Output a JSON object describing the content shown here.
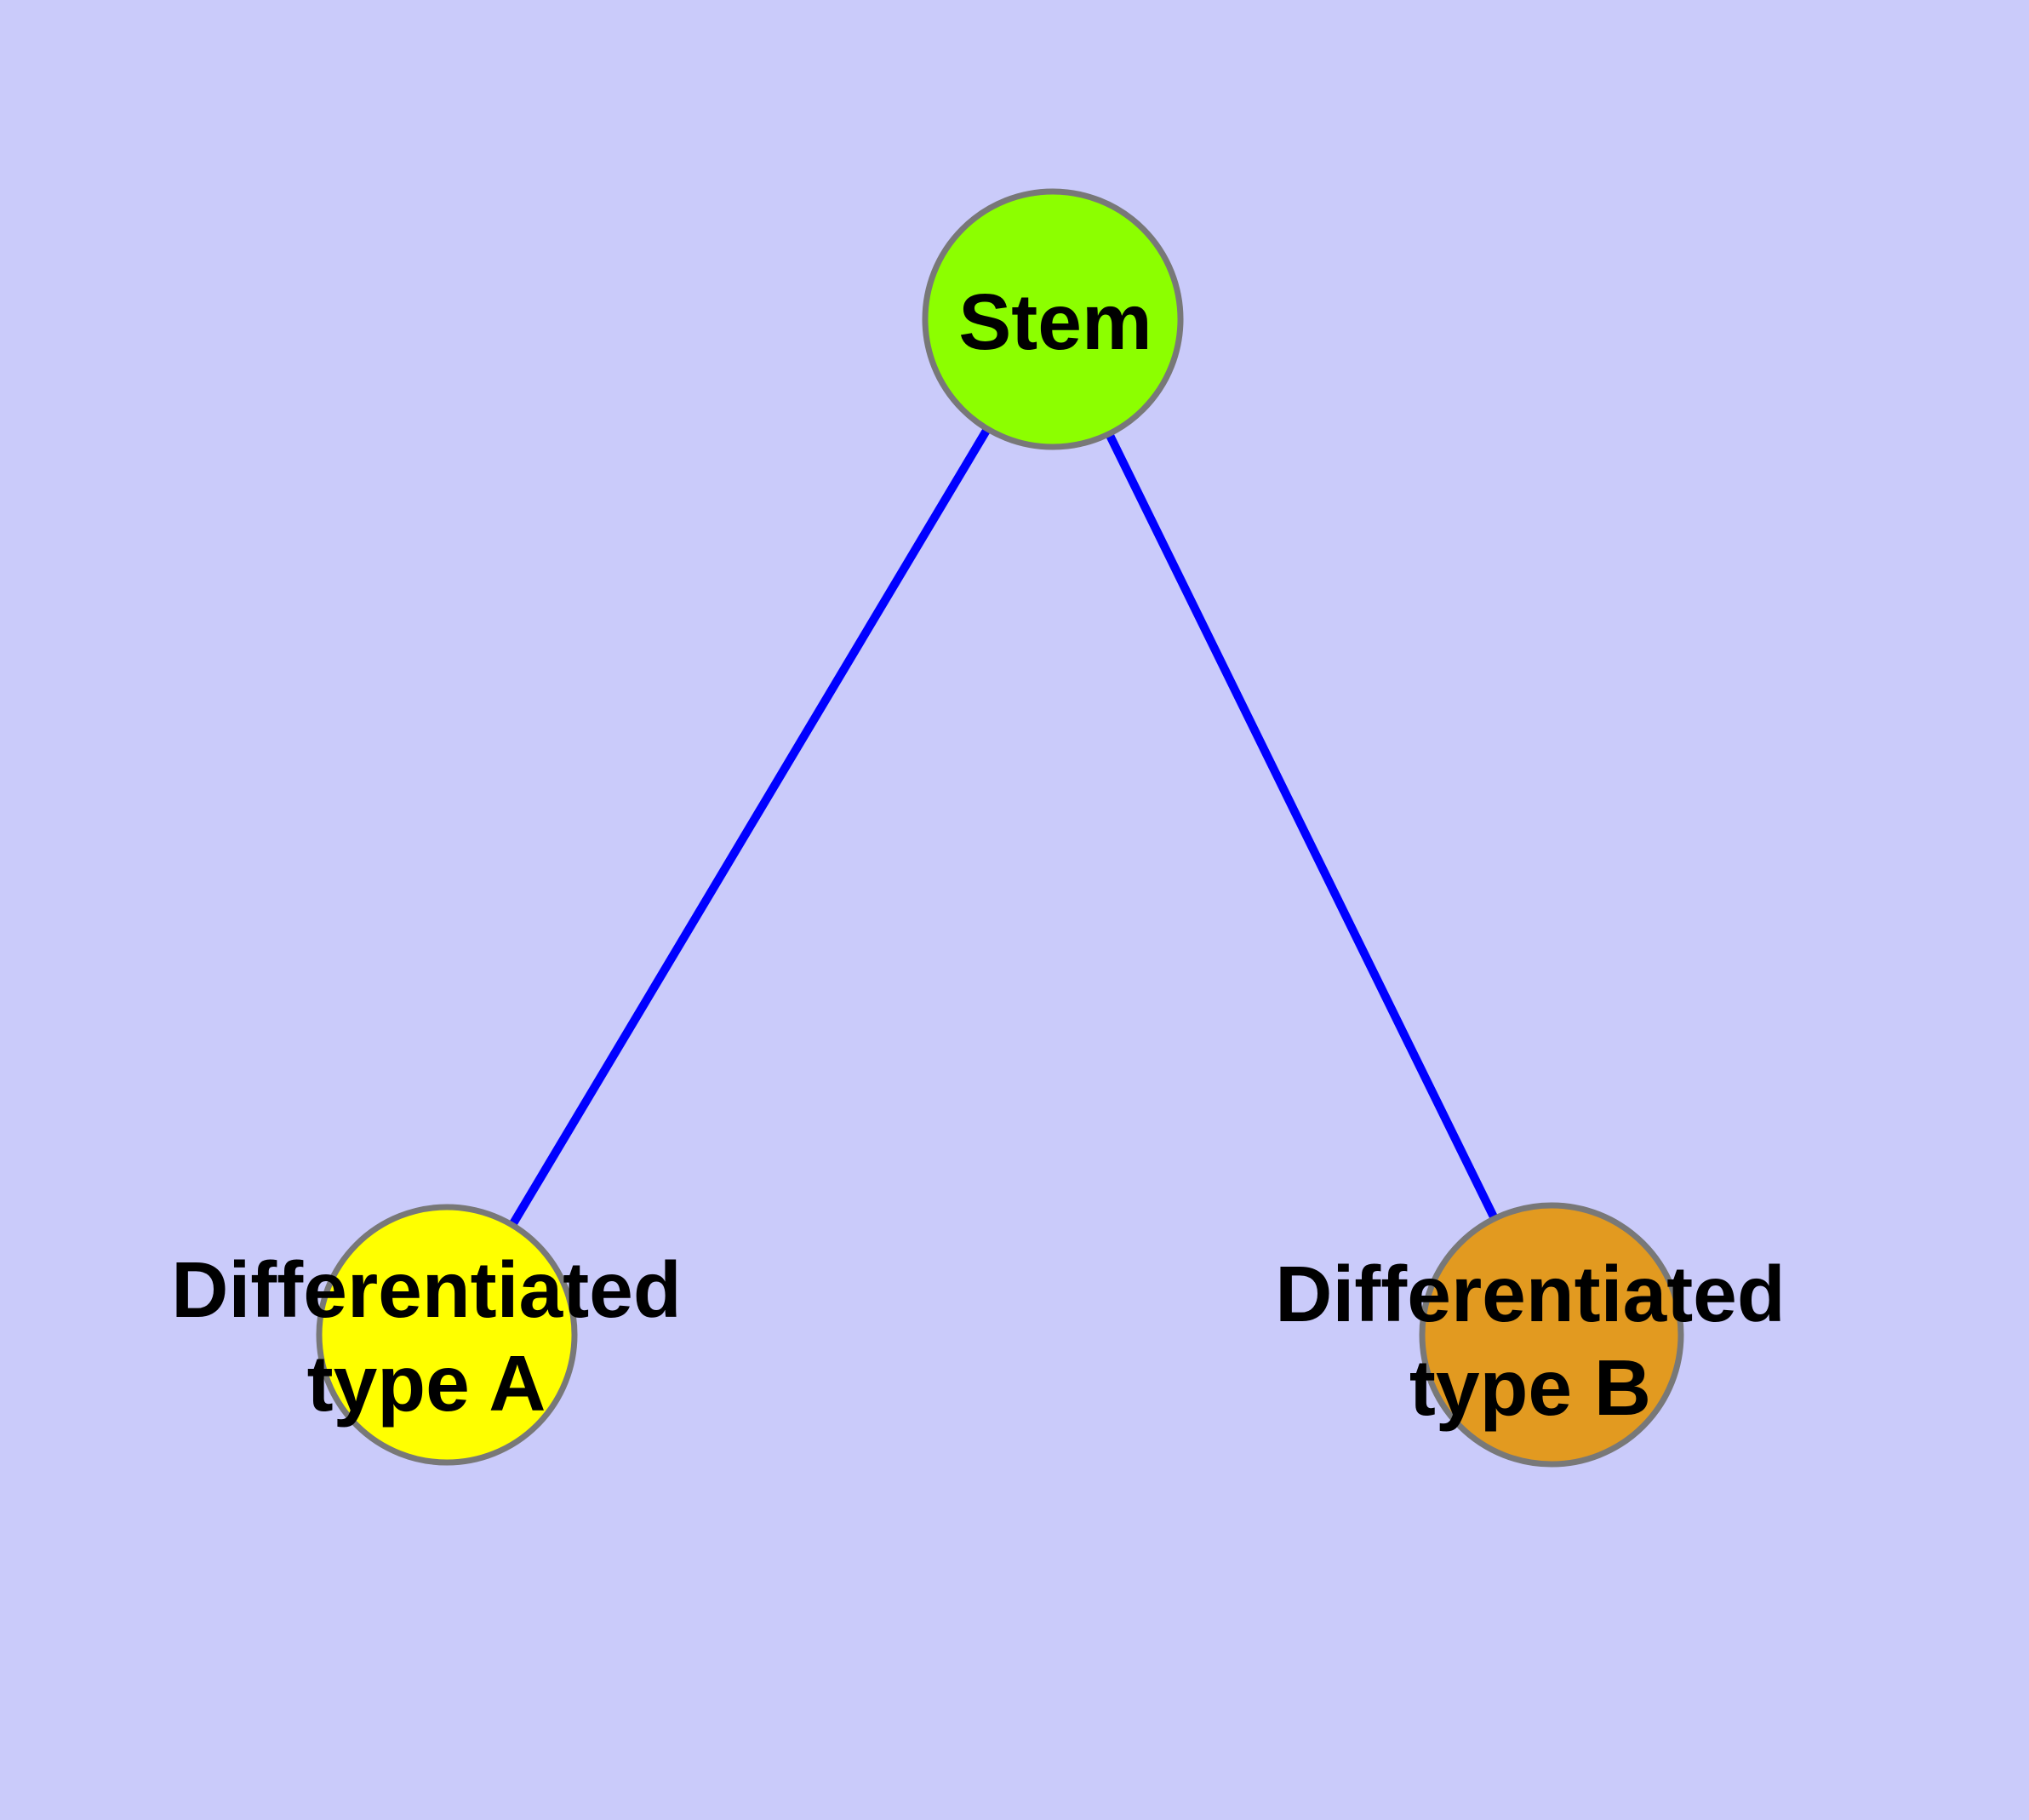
{
  "canvas": {
    "background": "#CACBFA"
  },
  "graph": {
    "text_color": "#000000",
    "nodes": [
      {
        "id": "stem",
        "label": "Stem",
        "fill": "#8CFF00",
        "stroke": "#787878"
      },
      {
        "id": "differentiated-type-a",
        "label": "Differentiated type A",
        "line1": "Differentiated",
        "line2": "type A",
        "fill": "#FFFF00",
        "stroke": "#787878"
      },
      {
        "id": "differentiated-type-b",
        "label": "Differentiated type B",
        "line1": "Differentiated",
        "line2": "type B",
        "fill": "#E29A20",
        "stroke": "#787878"
      }
    ],
    "edges": [
      {
        "from": "Stem",
        "to": "Differentiated type A",
        "color": "#0000FF"
      },
      {
        "from": "Stem",
        "to": "Differentiated type B",
        "color": "#0000FF"
      }
    ]
  }
}
